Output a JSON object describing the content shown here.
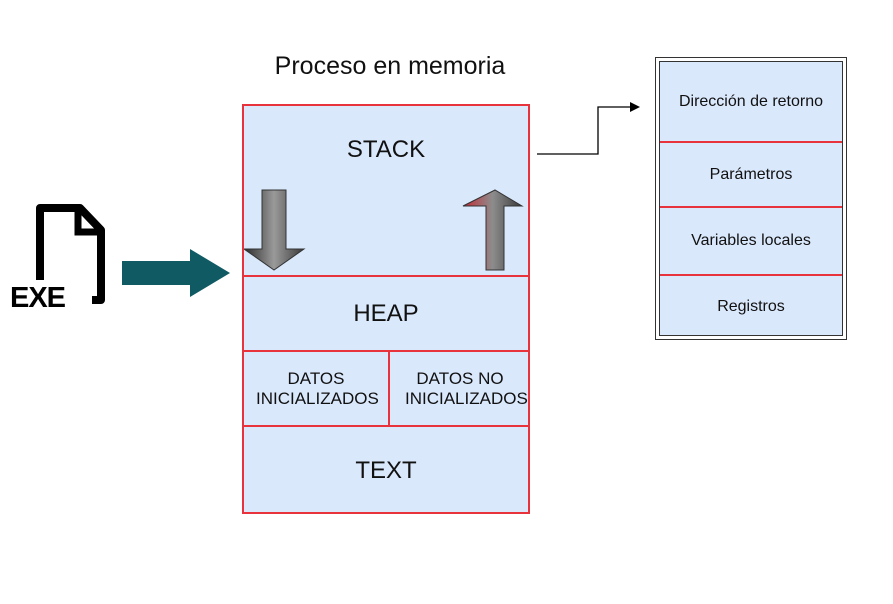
{
  "diagram": {
    "title": "Proceso en memoria",
    "exe_icon_label": "EXE",
    "memory_segments": {
      "stack": "STACK",
      "heap": "HEAP",
      "datos_inicializados": "DATOS INICIALIZADOS",
      "datos_no_inicializados": "DATOS NO INICIALIZADOS",
      "text": "TEXT"
    },
    "stack_frame": [
      "Dirección de retorno",
      "Parámetros",
      "Variables locales",
      "Registros"
    ]
  },
  "colors": {
    "segment_fill": "#dae8fc",
    "segment_border": "#e8323c",
    "load_arrow": "#0f5a63",
    "icon": "#000000"
  }
}
